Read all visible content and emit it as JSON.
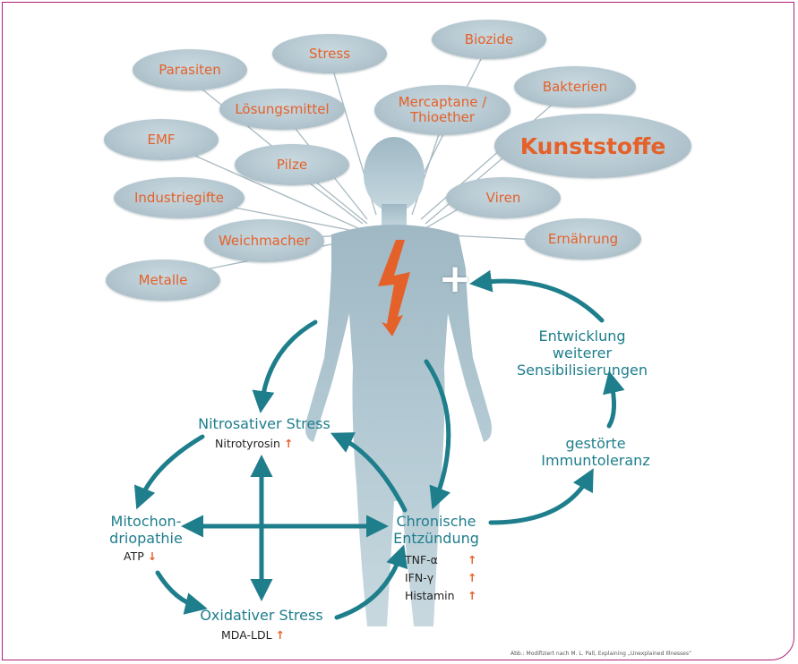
{
  "factors": [
    {
      "id": "parasiten",
      "label": "Parasiten"
    },
    {
      "id": "stress",
      "label": "Stress"
    },
    {
      "id": "biozide",
      "label": "Biozide"
    },
    {
      "id": "bakterien",
      "label": "Bakterien"
    },
    {
      "id": "loesungsmittel",
      "label": "Lösungsmittel"
    },
    {
      "id": "mercaptane",
      "label": "Mercaptane / Thioether"
    },
    {
      "id": "emf",
      "label": "EMF"
    },
    {
      "id": "kunststoffe",
      "label": "Kunststoffe"
    },
    {
      "id": "pilze",
      "label": "Pilze"
    },
    {
      "id": "industriegifte",
      "label": "Industriegifte"
    },
    {
      "id": "viren",
      "label": "Viren"
    },
    {
      "id": "weichmacher",
      "label": "Weichmacher"
    },
    {
      "id": "ernaehrung",
      "label": "Ernährung"
    },
    {
      "id": "metalle",
      "label": "Metalle"
    }
  ],
  "cycle": {
    "nitrosativ": {
      "title": "Nitrosativer Stress",
      "marker": "Nitrotyrosin",
      "arrow": "↑"
    },
    "mito": {
      "title_line1": "Mitochon-",
      "title_line2": "driopathie",
      "marker": "ATP",
      "arrow": "↓"
    },
    "oxidativ": {
      "title": "Oxidativer Stress",
      "marker": "MDA-LDL",
      "arrow": "↑"
    },
    "chronisch": {
      "title_line1": "Chronische",
      "title_line2": "Entzündung",
      "markers": [
        "TNF-α",
        "IFN-γ",
        "Histamin"
      ],
      "arrow": "↑"
    },
    "immun": {
      "line1": "gestörte",
      "line2": "Immuntoleranz"
    },
    "sensib": {
      "line1": "Entwicklung",
      "line2": "weiterer",
      "line3": "Sensibilisierungen"
    }
  },
  "symbols": {
    "plus": "+"
  },
  "credit": "Abb.: Modifiziert nach M. L. Pall, Explaining „Unexplained Illnesses“",
  "colors": {
    "accent": "#e5612a",
    "teal": "#1e7e8c",
    "bubble": "#b8cad2",
    "body": "#a9c1cc",
    "frame": "#b2207a"
  }
}
